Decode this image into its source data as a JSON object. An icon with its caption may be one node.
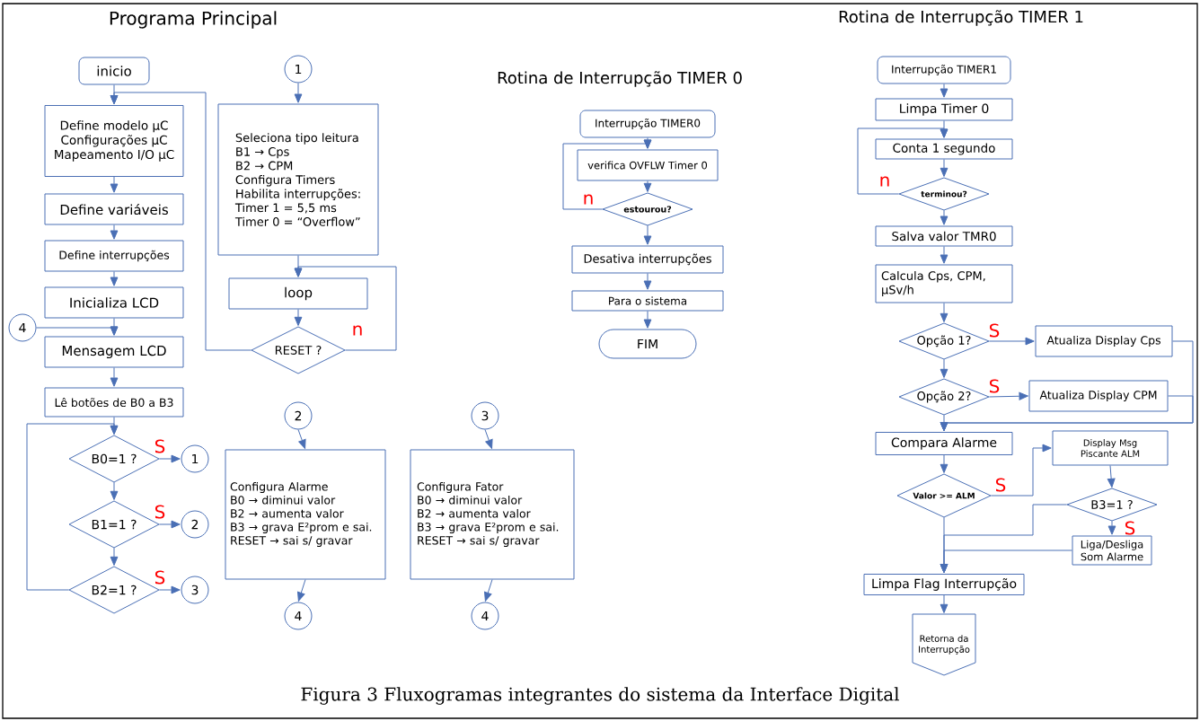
{
  "diagram": {
    "caption": "Figura 3   Fluxogramas integrantes do sistema da Interface Digital",
    "labels": [
      "Programa Principal",
      "Rotina de Interrupção TIMER 0",
      "Rotina de Interrupção TIMER 1"
    ],
    "nodes": [
      {
        "text": [
          "inicio"
        ]
      },
      {
        "text": [
          "Define modelo µC",
          "Configurações µC",
          "Mapeamento I/O µC"
        ]
      },
      {
        "text": [
          "Define variáveis"
        ]
      },
      {
        "text": [
          "Define interrupções"
        ]
      },
      {
        "text": [
          "Inicializa LCD"
        ]
      },
      {
        "text": [
          "Mensagem LCD"
        ]
      },
      {
        "text": [
          "Lê botões de B0 a B3"
        ]
      },
      {
        "text": [
          "B0=1 ?"
        ]
      },
      {
        "text": [
          "B1=1 ?"
        ]
      },
      {
        "text": [
          "B2=1 ?"
        ]
      },
      {
        "text": [
          "1"
        ]
      },
      {
        "text": [
          "2"
        ]
      },
      {
        "text": [
          "3"
        ]
      },
      {
        "text": [
          "4"
        ]
      },
      {
        "text": [
          "1"
        ]
      },
      {
        "text": [
          "Seleciona tipo leitura",
          "B1 → Cps",
          "B2 → CPM",
          "Configura Timers",
          "Habilita interrupções:",
          "Timer 1 = 5,5 ms",
          "Timer 0 = “Overflow”"
        ]
      },
      {
        "text": [
          "loop"
        ]
      },
      {
        "text": [
          "RESET ?"
        ]
      },
      {
        "text": [
          "2"
        ]
      },
      {
        "text": [
          "Configura Alarme",
          "B0 → diminui valor",
          "B2 → aumenta valor",
          "B3 → grava E²prom e sai.",
          "RESET → sai s/ gravar"
        ]
      },
      {
        "text": [
          "4"
        ]
      },
      {
        "text": [
          "3"
        ]
      },
      {
        "text": [
          "Configura Fator",
          "B0 → diminui valor",
          "B2 → aumenta valor",
          "B3 → grava E²prom e sai.",
          "RESET → sai s/ gravar"
        ]
      },
      {
        "text": [
          "4"
        ]
      },
      {
        "text": [
          "Interrupção TIMER0"
        ]
      },
      {
        "text": [
          "verifica OVFLW Timer 0"
        ]
      },
      {
        "text": [
          "estourou?"
        ]
      },
      {
        "text": [
          "Desativa interrupções"
        ]
      },
      {
        "text": [
          "Para o sistema"
        ]
      },
      {
        "text": [
          "FIM"
        ]
      },
      {
        "text": [
          "Interrupção TIMER1"
        ]
      },
      {
        "text": [
          "Limpa Timer 0"
        ]
      },
      {
        "text": [
          "Conta 1 segundo"
        ]
      },
      {
        "text": [
          "terminou?"
        ]
      },
      {
        "text": [
          "Salva valor TMR0"
        ]
      },
      {
        "text": [
          "Calcula Cps, CPM, µSv/h"
        ]
      },
      {
        "text": [
          "Opção 1?"
        ]
      },
      {
        "text": [
          "Atualiza Display Cps"
        ]
      },
      {
        "text": [
          "Opção 2?"
        ]
      },
      {
        "text": [
          "Atualiza Display CPM"
        ]
      },
      {
        "text": [
          "Compara Alarme"
        ]
      },
      {
        "text": [
          "Display Msg Piscante ALM"
        ]
      },
      {
        "text": [
          "Valor >= ALM"
        ]
      },
      {
        "text": [
          "B3=1 ?"
        ]
      },
      {
        "text": [
          "Liga/Desliga Som Alarme"
        ]
      },
      {
        "text": [
          "Limpa Flag Interrupção"
        ]
      },
      {
        "text": [
          "Retorna da Interrupção"
        ]
      }
    ],
    "edges": [
      {
        "from": 0,
        "to": 1,
        "arrow": "to"
      },
      {
        "from": 1,
        "to": 2,
        "arrow": "to"
      },
      {
        "from": 2,
        "to": 3,
        "arrow": "to"
      },
      {
        "from": 3,
        "to": 4,
        "arrow": "to"
      },
      {
        "from": 4,
        "to": 5,
        "arrow": "to"
      },
      {
        "from": 13,
        "to": 5,
        "arrow": "to"
      },
      {
        "from": 5,
        "to": 6,
        "arrow": "to"
      },
      {
        "from": 6,
        "to": 7,
        "arrow": "to"
      },
      {
        "from": 7,
        "to": 10,
        "arrow": "to",
        "label": "S"
      },
      {
        "from": 7,
        "to": 8,
        "arrow": "to"
      },
      {
        "from": 8,
        "to": 11,
        "arrow": "to",
        "label": "S"
      },
      {
        "from": 8,
        "to": 9,
        "arrow": "to"
      },
      {
        "from": 9,
        "to": 12,
        "arrow": "to",
        "label": "S"
      },
      {
        "from": 9,
        "to": 7,
        "arrow": "to"
      },
      {
        "from": 14,
        "to": 15,
        "arrow": "to"
      },
      {
        "from": 15,
        "to": 16,
        "arrow": "to"
      },
      {
        "from": 16,
        "to": 17,
        "arrow": "to"
      },
      {
        "from": 17,
        "to": 16,
        "arrow": "to",
        "label": "n"
      },
      {
        "from": 17,
        "to": 1,
        "arrow": "to"
      },
      {
        "from": 18,
        "to": 19,
        "arrow": "to"
      },
      {
        "from": 19,
        "to": 20,
        "arrow": "to"
      },
      {
        "from": 21,
        "to": 22,
        "arrow": "to"
      },
      {
        "from": 22,
        "to": 23,
        "arrow": "to"
      },
      {
        "from": 24,
        "to": 25,
        "arrow": "to"
      },
      {
        "from": 25,
        "to": 26,
        "arrow": "to"
      },
      {
        "from": 26,
        "to": 25,
        "arrow": "to",
        "label": "n"
      },
      {
        "from": 26,
        "to": 27,
        "arrow": "to"
      },
      {
        "from": 27,
        "to": 28,
        "arrow": "to"
      },
      {
        "from": 28,
        "to": 29,
        "arrow": "to"
      },
      {
        "from": 30,
        "to": 31,
        "arrow": "to"
      },
      {
        "from": 31,
        "to": 32,
        "arrow": "to"
      },
      {
        "from": 32,
        "to": 33,
        "arrow": "to"
      },
      {
        "from": 33,
        "to": 32,
        "arrow": "to",
        "label": "n"
      },
      {
        "from": 33,
        "to": 34,
        "arrow": "to"
      },
      {
        "from": 34,
        "to": 35,
        "arrow": "to"
      },
      {
        "from": 35,
        "to": 36,
        "arrow": "to"
      },
      {
        "from": 36,
        "to": 37,
        "arrow": "to",
        "label": "S"
      },
      {
        "from": 36,
        "to": 38,
        "arrow": "to"
      },
      {
        "from": 37,
        "to": 40,
        "arrow": "to"
      },
      {
        "from": 38,
        "to": 39,
        "arrow": "to",
        "label": "S"
      },
      {
        "from": 39,
        "to": 40,
        "arrow": "to"
      },
      {
        "from": 38,
        "to": 40,
        "arrow": "to"
      },
      {
        "from": 40,
        "to": 42,
        "arrow": "to"
      },
      {
        "from": 42,
        "to": 41,
        "arrow": "to",
        "label": "S"
      },
      {
        "from": 41,
        "to": 43,
        "arrow": "to"
      },
      {
        "from": 43,
        "to": 44,
        "arrow": "to",
        "label": "S"
      },
      {
        "from": 43,
        "to": 45,
        "arrow": "to"
      },
      {
        "from": 44,
        "to": 45,
        "arrow": "to"
      },
      {
        "from": 42,
        "to": 45,
        "arrow": "to"
      },
      {
        "from": 45,
        "to": 46,
        "arrow": "to"
      }
    ]
  }
}
